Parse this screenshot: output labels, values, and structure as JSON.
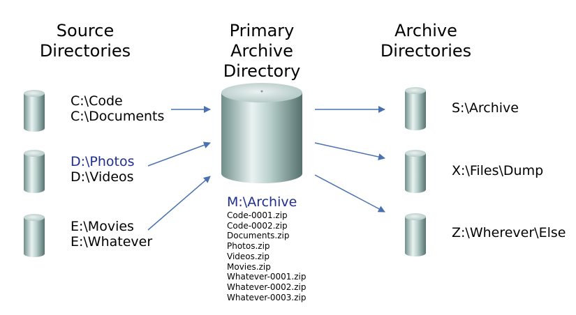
{
  "headings": {
    "source": [
      "Source",
      "Directories"
    ],
    "primary": [
      "Primary",
      "Archive",
      "Directory"
    ],
    "archive": [
      "Archive",
      "Directories"
    ]
  },
  "sources": [
    {
      "lines": [
        "C:\\Code",
        "C:\\Documents"
      ]
    },
    {
      "lines": [
        "D:\\Photos",
        "D:\\Videos"
      ]
    },
    {
      "lines": [
        "E:\\Movies",
        "E:\\Whatever"
      ]
    }
  ],
  "primary_archive": {
    "path": "M:\\Archive",
    "files": [
      "Code-0001.zip",
      "Code-0002.zip",
      "Documents.zip",
      "Photos.zip",
      "Videos.zip",
      "Movies.zip",
      "Whatever-0001.zip",
      "Whatever-0002.zip",
      "Whatever-0003.zip"
    ]
  },
  "archives": [
    {
      "path": "S:\\Archive"
    },
    {
      "path": "X:\\Files\\Dump"
    },
    {
      "path": "Z:\\Wherever\\Else"
    }
  ],
  "colors": {
    "highlight_text": "#1f2f8f",
    "arrow": "#4a72b0",
    "cylinder_light": "#e6f0ee",
    "cylinder_mid": "#9fbab6",
    "cylinder_dark": "#5e7a76"
  }
}
